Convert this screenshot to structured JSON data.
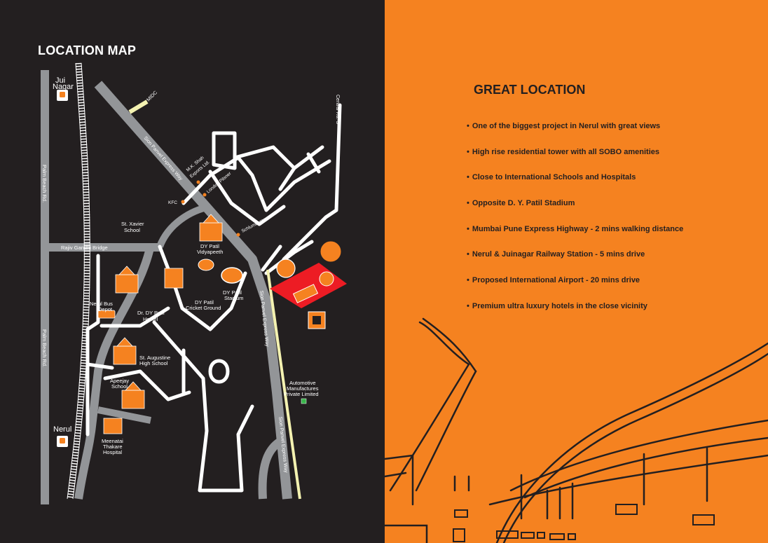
{
  "map": {
    "title": "LOCATION MAP",
    "stations": {
      "jui_nagar_line1": "Jui",
      "jui_nagar_line2": "Nagar",
      "nerul": "Nerul"
    },
    "roads": {
      "palm_beach_upper": "Palm Beach Rd.",
      "palm_beach_lower": "Palm Beach Rd.",
      "rajiv_gandhi_bridge": "Rajiv Gandhi Bridge",
      "sion_panvel_1": "Sion Panvel Express Way",
      "sion_panvel_2": "Sion Panvel Express Way",
      "sion_panvel_3": "Sion Panvel Express Way",
      "central_rd": "Central Rd. S",
      "midc": "MIDC"
    },
    "places": {
      "mk_shah_line1": "M.K. Shah",
      "mk_shah_line2": "Exports Ltd.",
      "london_pilsner": "London Pilsner",
      "kfc": "KFC",
      "schlumberger": "Schlumberger",
      "st_xavier_line1": "St. Xavier",
      "st_xavier_line2": "School",
      "dy_vidyapeeth_line1": "DY Patil",
      "dy_vidyapeeth_line2": "Vidyapeeth",
      "dy_stadium_line1": "DY Patil",
      "dy_stadium_line2": "Stadium",
      "dy_cricket_line1": "DY Patil",
      "dy_cricket_line2": "Cricket Ground",
      "nerul_bus_line1": "Nerul Bus",
      "nerul_bus_line2": "Depot",
      "dy_hostel_line1": "Dr. DY Patil",
      "dy_hostel_line2": "Hostel",
      "st_augustine_line1": "St. Augustine",
      "st_augustine_line2": "High School",
      "apeejay_line1": "Apeejay",
      "apeejay_line2": "School",
      "meenatai_line1": "Meenatai",
      "meenatai_line2": "Thakare",
      "meenatai_line3": "Hospital",
      "automotive_line1": "Automotive",
      "automotive_line2": "Manufactures",
      "automotive_line3": "Private Limited"
    }
  },
  "location": {
    "title": "GREAT LOCATION",
    "features": [
      "One of the biggest project in Nerul with great views",
      "High rise residential tower with all SOBO amenities",
      "Close to International Schools and Hospitals",
      "Opposite D. Y. Patil Stadium",
      "Mumbai Pune Express Highway - 2 mins walking distance",
      "Nerul & Juinagar Railway Station - 5 mins drive",
      "Proposed International Airport - 20 mins drive",
      "Premium ultra luxury hotels in the close vicinity"
    ]
  },
  "colors": {
    "dark_bg": "#231f20",
    "orange": "#f58220",
    "road_gray": "#939598",
    "project_red": "#ed1c24",
    "midc_yellow": "#f4f2b1"
  },
  "icons": [
    "train-icon",
    "school-icon",
    "hostel-icon",
    "stadium-icon",
    "cricket-ground-icon",
    "bus-icon",
    "hospital-icon",
    "shopping-cart-icon",
    "fingerprint-icon",
    "chip-icon",
    "factory-icon"
  ]
}
